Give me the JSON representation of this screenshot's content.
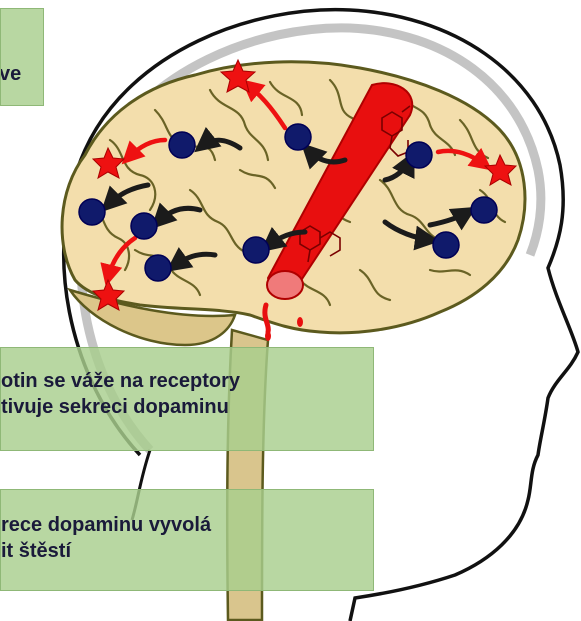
{
  "colors": {
    "brain_fill": "#f3deac",
    "brain_line": "#5c5a1e",
    "neuron": "#101a6b",
    "dopamine": "#ee1111",
    "vessel": "#e80f0f",
    "callout_bg": "#a8ce8e",
    "callout_text": "#1a1a3a"
  },
  "callouts": [
    {
      "lines": [
        "ve"
      ]
    },
    {
      "lines": [
        "otin se váže na receptory",
        "tivuje sekreci dopaminu"
      ]
    },
    {
      "lines": [
        "rece dopaminu vyvolá",
        "it štěstí"
      ]
    }
  ],
  "icons": {
    "neuron": "dark-blue-circle",
    "dopamine": "red-star",
    "nicotine": "molecule-structure"
  }
}
